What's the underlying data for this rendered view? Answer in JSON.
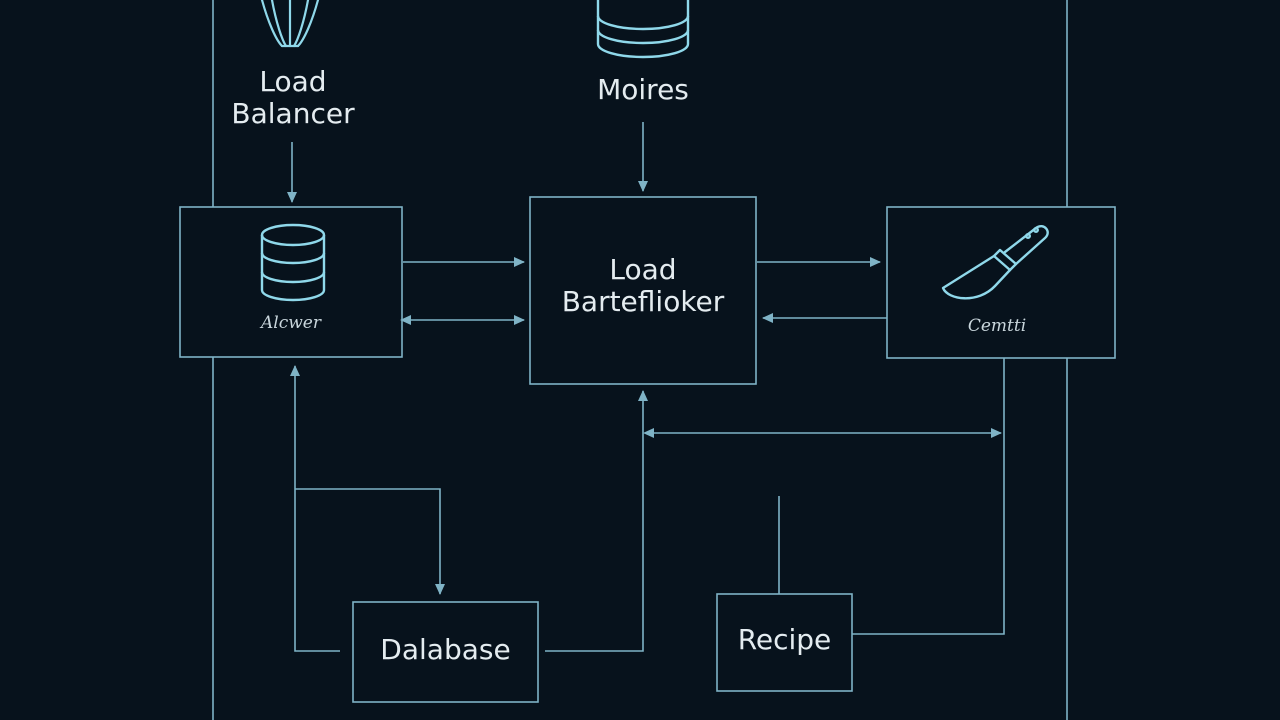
{
  "colors": {
    "background": "#07121c",
    "stroke": "#7fb3c6",
    "icon": "#8fd8ea",
    "text": "#e4ecf0"
  },
  "nodes": {
    "load_balancer": {
      "line1": "Load",
      "line2": "Balancer",
      "icon": "whisk-icon"
    },
    "moires": {
      "label": "Moires",
      "icon": "database-icon"
    },
    "left_box": {
      "label": "Alcwer",
      "icon": "database-icon"
    },
    "center_box": {
      "line1": "Load",
      "line2": "Barteflioker"
    },
    "right_box": {
      "label": "Cemtti",
      "icon": "knife-icon"
    },
    "database": {
      "label": "Dalabase"
    },
    "recipe": {
      "label": "Recipe"
    }
  }
}
